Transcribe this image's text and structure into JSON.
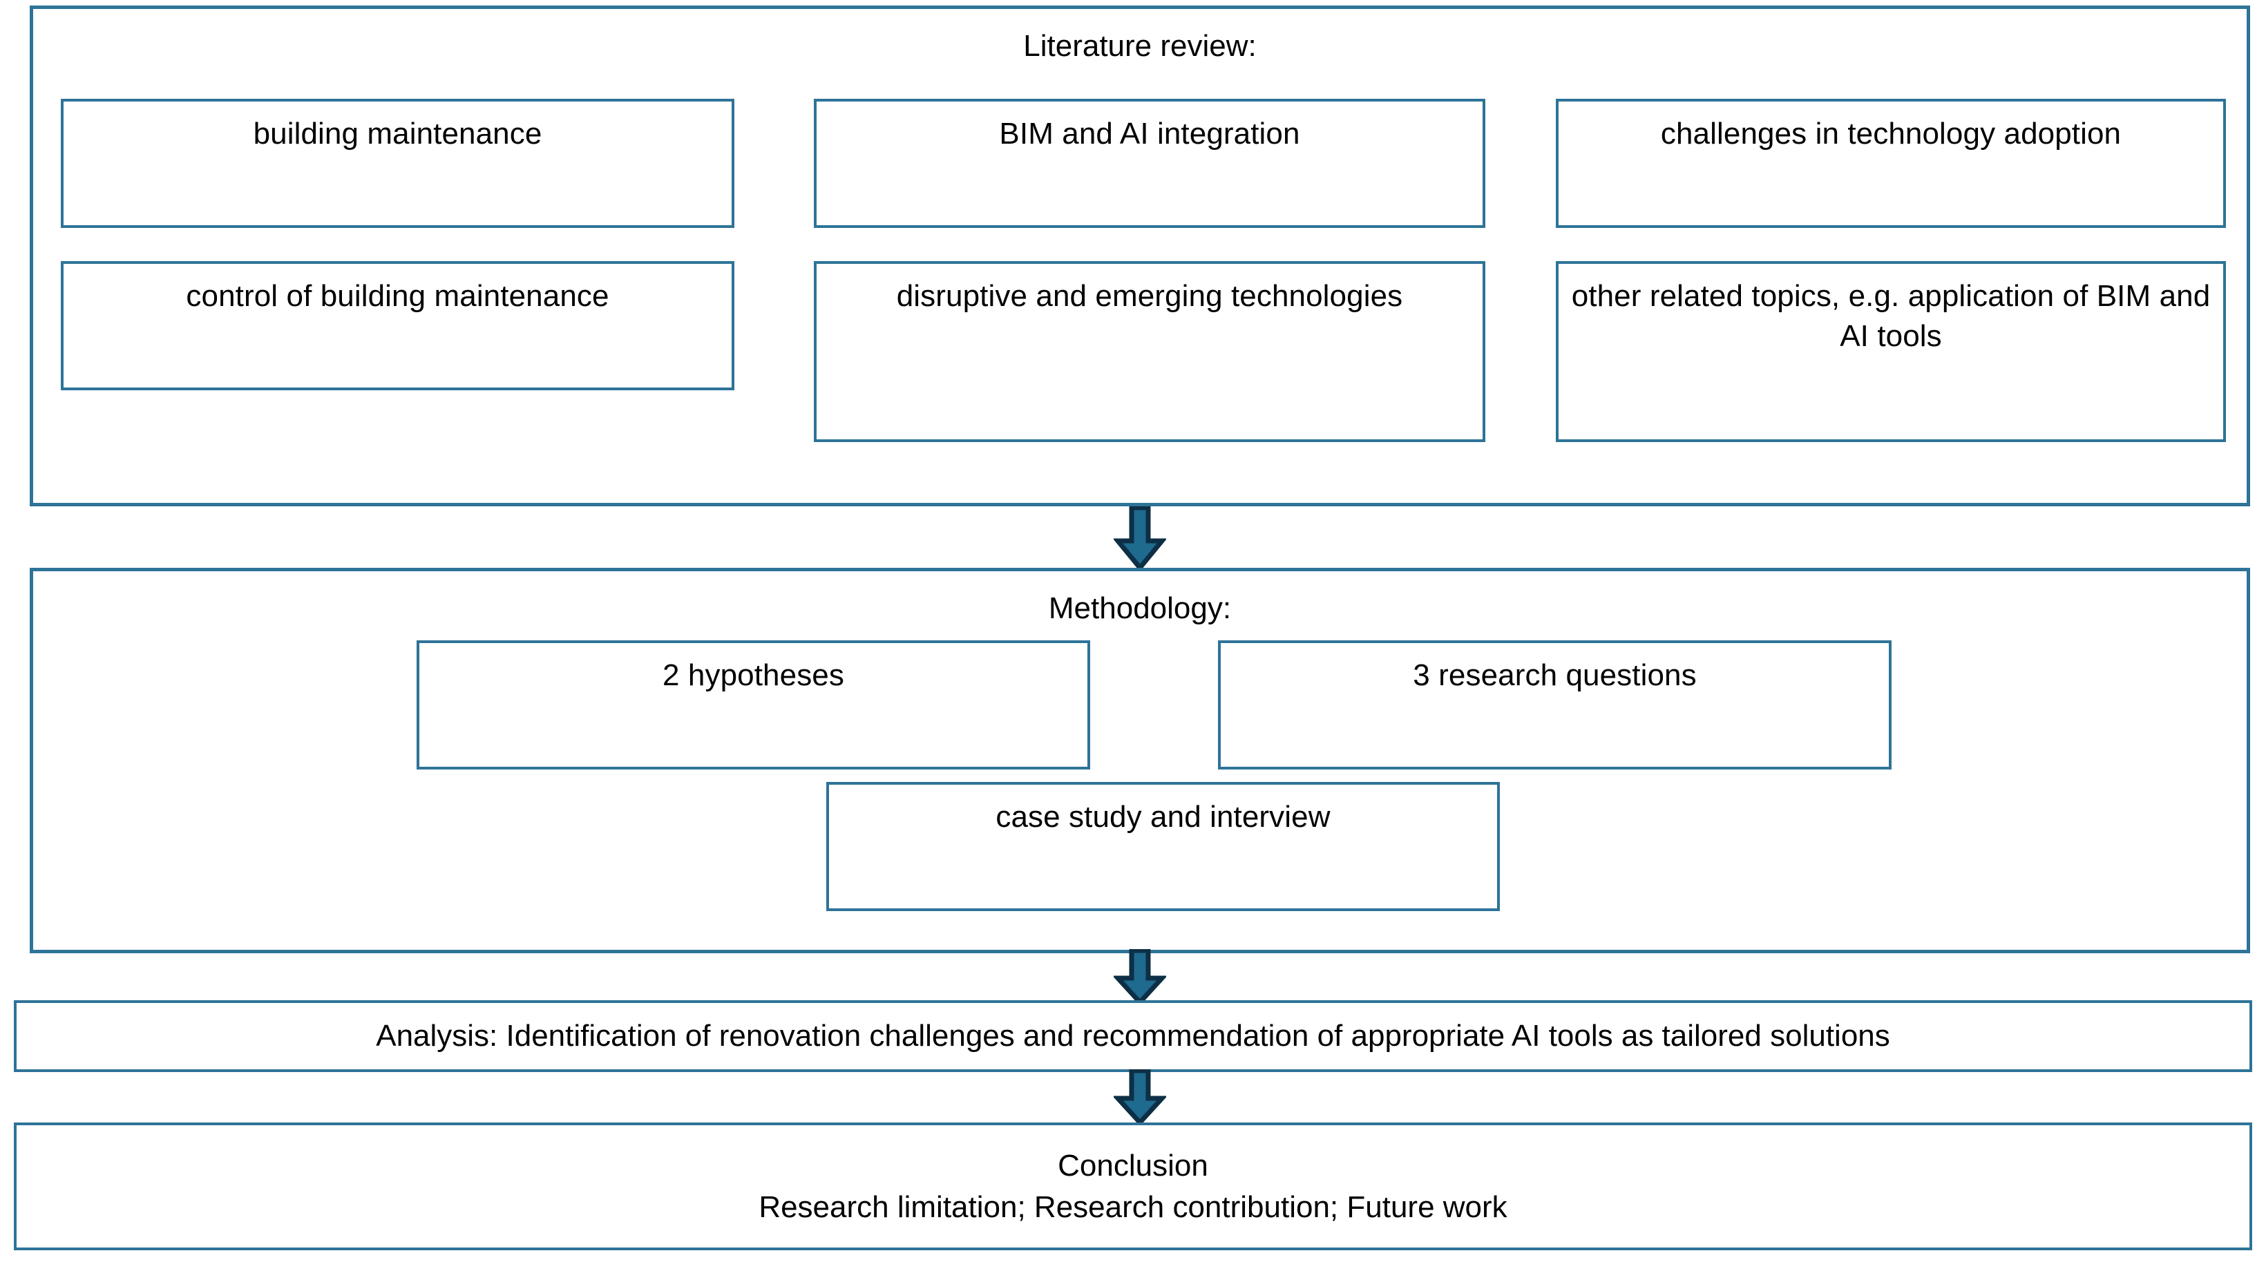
{
  "diagram": {
    "title": "Research framework flowchart",
    "accent_color": "#2E7398",
    "arrow_fill": "#1F6A8F",
    "arrow_outline": "#0D2F45",
    "text_color": "#000000",
    "background_color": "#FFFFFF"
  },
  "literature_review": {
    "heading": "Literature review:",
    "boxes": [
      {
        "label": "building maintenance"
      },
      {
        "label": "BIM and AI integration"
      },
      {
        "label": "challenges in technology adoption"
      },
      {
        "label": "control of building maintenance"
      },
      {
        "label": "disruptive and emerging technologies"
      },
      {
        "label": "other related topics, e.g. application of BIM and AI tools"
      }
    ]
  },
  "methodology": {
    "heading": "Methodology:",
    "boxes": [
      {
        "label": "2 hypotheses"
      },
      {
        "label": "3 research questions"
      },
      {
        "label": "case study and interview"
      }
    ]
  },
  "analysis": {
    "label": "Analysis: Identification of renovation challenges and recommendation of appropriate AI tools as tailored solutions"
  },
  "conclusion": {
    "line1": "Conclusion",
    "line2": "Research limitation; Research contribution; Future work"
  },
  "arrows": [
    {
      "name": "arrow-literature-to-methodology"
    },
    {
      "name": "arrow-methodology-to-analysis"
    },
    {
      "name": "arrow-analysis-to-conclusion"
    }
  ]
}
